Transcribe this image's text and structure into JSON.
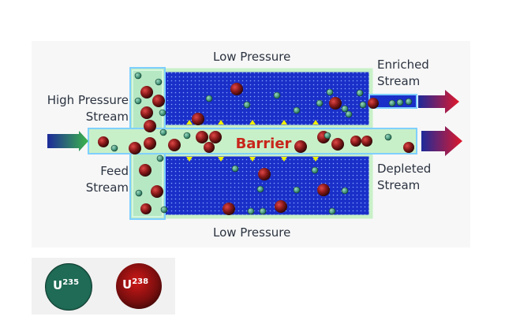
{
  "labels": {
    "low_pressure_top": "Low Pressure",
    "low_pressure_bottom": "Low Pressure",
    "high_pressure_1": "High Pressure",
    "high_pressure_2": "Stream",
    "feed_1": "Feed",
    "feed_2": "Stream",
    "enriched_1": "Enriched",
    "enriched_2": "Stream",
    "depleted_1": "Depleted",
    "depleted_2": "Stream",
    "barrier": "Barrier"
  },
  "legend": {
    "u235": {
      "symbol": "U",
      "mass": "235",
      "color": "#1f6b55"
    },
    "u238": {
      "symbol": "U",
      "mass": "238",
      "color": "#8a1a1a"
    }
  },
  "colors": {
    "chamber": "#1a2fc8",
    "pipe": "#c8f0c8",
    "barrier_text": "#c8261c",
    "inlet_start": "#1d2a9a",
    "inlet_end": "#3bb54a",
    "outlet_start": "#1d2a9a",
    "outlet_end": "#e0182a"
  }
}
